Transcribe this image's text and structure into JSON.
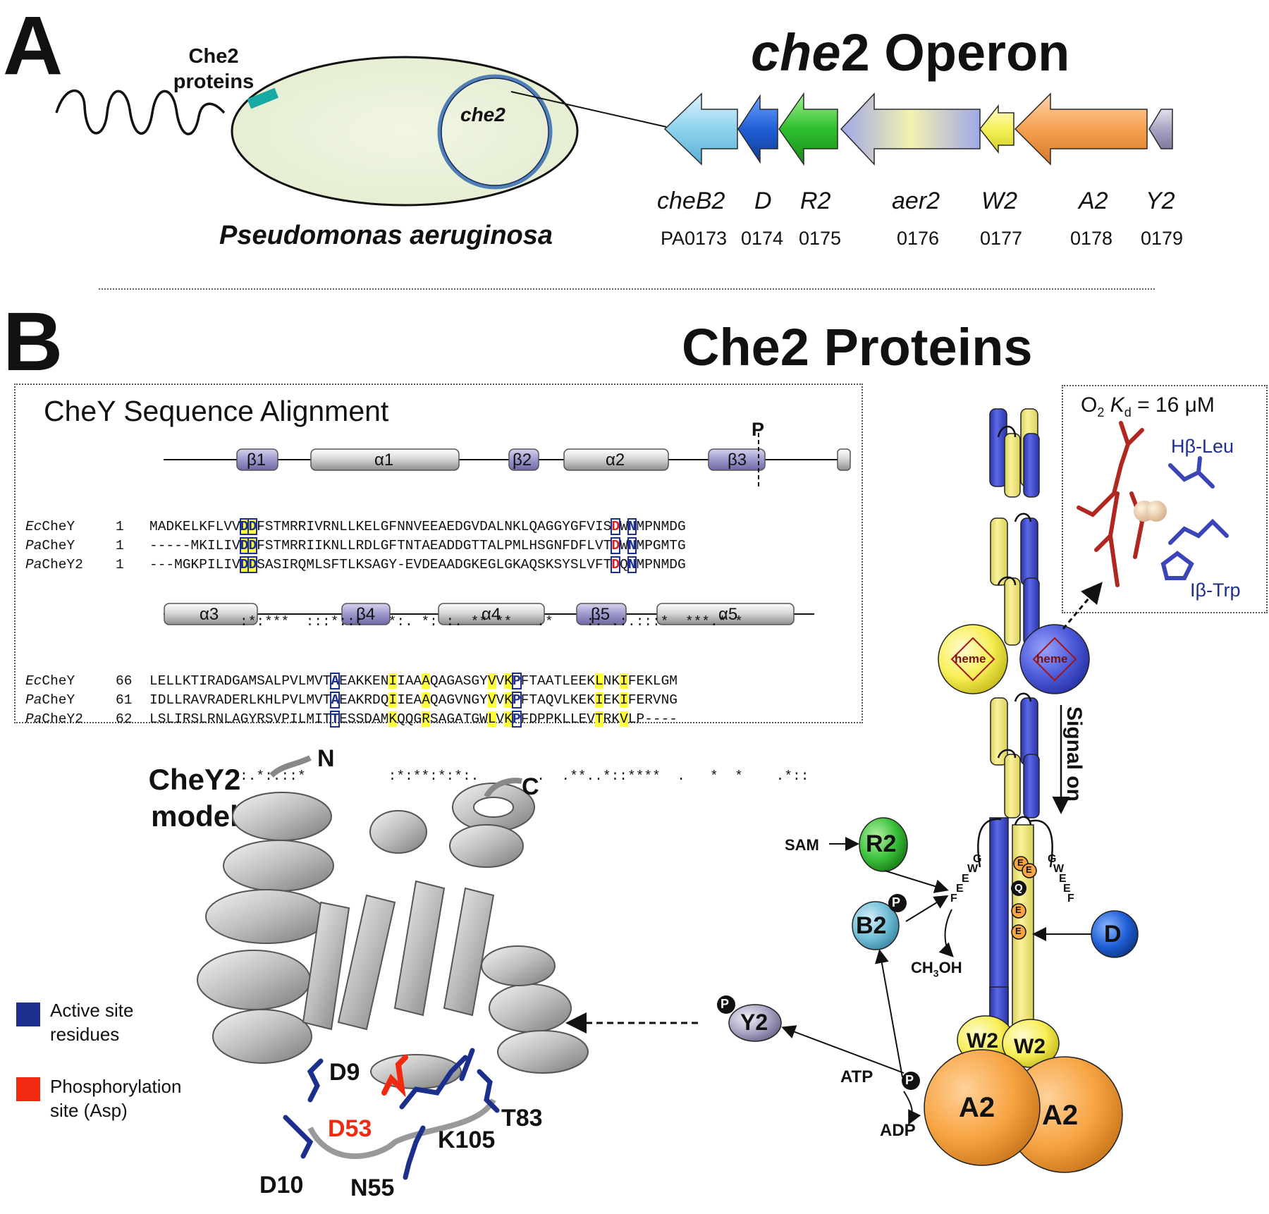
{
  "panelA": {
    "letter": "A",
    "che2_proteins_line1": "Che2",
    "che2_proteins_line2": "proteins",
    "che2_circle_label": "che2",
    "organism": "Pseudomonas aeruginosa",
    "operon_title_italic": "che",
    "operon_title_rest": "2 Operon",
    "genes": [
      {
        "name": "cheB2",
        "locus": "PA0173",
        "color": "#8fd3ee"
      },
      {
        "name": "D",
        "locus": "0174",
        "color": "#1f5fd6"
      },
      {
        "name": "R2",
        "locus": "0175",
        "color": "#2fbf2f"
      },
      {
        "name": "aer2",
        "locus": "0176",
        "color": "#f1f0a8"
      },
      {
        "name": "W2",
        "locus": "0177",
        "color": "#f5f25a"
      },
      {
        "name": "A2",
        "locus": "0178",
        "color": "#f5a050"
      },
      {
        "name": "Y2",
        "locus": "0179",
        "color": "#a9a5c3"
      }
    ]
  },
  "panelB": {
    "letter": "B",
    "title": "Che2 Proteins",
    "alignment": {
      "title": "CheY Sequence Alignment",
      "p_marker": "P",
      "row1_elements": [
        "β1",
        "α1",
        "β2",
        "α2",
        "β3"
      ],
      "row2_elements": [
        "α3",
        "β4",
        "α4",
        "β5",
        "α5"
      ],
      "block1": [
        {
          "organism_prefix": "Ec",
          "name_suffix": "CheY",
          "start": "1",
          "seq": "MADKELKFLVVDDFSTMRRIVRNLLKELGFNNVEEAEDGVDALNKLQAGGYGFVISDWNMPNMDG"
        },
        {
          "organism_prefix": "Pa",
          "name_suffix": "CheY",
          "start": "1",
          "seq": "-----MKILIVDDFSTMRRIIKNLLRDLGFTNTAEADDGTTALPMLHSGNFDFLVTDWNMPGMTG"
        },
        {
          "organism_prefix": "Pa",
          "name_suffix": "CheY2",
          "start": "1",
          "seq": "---MGKPILIVDDSASIRQMLSFTLKSAGY-EVDEAADGKEGLGKAQSKSYSLVFTDQNMPNMDG"
        }
      ],
      "cons1": ":*:***  :::*:::   *:. *: :. ** **   .*    :: .:.:::*  ***.* *",
      "block2": [
        {
          "organism_prefix": "Ec",
          "name_suffix": "CheY",
          "start": "66",
          "seq": "LELLKTIRADGAMSALPVLMVTAEAKKENIIAAAQAGASGYVVKPFTAATLEEKLNKIFEKLGM"
        },
        {
          "organism_prefix": "Pa",
          "name_suffix": "CheY",
          "start": "61",
          "seq": "IDLLRAVRADERLKHLPVLMVTAEAKRDQIIEAAQAGVNGYVVKPFTAQVLKEKIEKIFERVNG"
        },
        {
          "organism_prefix": "Pa",
          "name_suffix": "CheY2",
          "start": "62",
          "seq": "LSLIRSLRNLAGYRSVPILMITTESSDAMKQQGRSAGATGWLVKPFDPPKLLEVTRKVLP----"
        }
      ],
      "cons2": ":.*::::*          :*:**:*:*:.       .  .**..*::****  .   *  *    .*::"
    },
    "model": {
      "title_line1": "CheY2",
      "title_line2": "model",
      "n_term": "N",
      "c_term": "C",
      "residues": [
        "D9",
        "D53",
        "K105",
        "T83",
        "D10",
        "N55"
      ],
      "legend": [
        {
          "line1": "Active site",
          "line2": "residues",
          "color": "#1c2f8c"
        },
        {
          "line1": "Phosphorylation",
          "line2": "site (Asp)",
          "color": "#f02a10"
        }
      ]
    },
    "receptor": {
      "kd_o2": "O",
      "kd_sub": "2",
      "kd_k": "K",
      "kd_d": "d",
      "kd_value": " = 16 μM",
      "leu_label": "Hβ-Leu",
      "trp_label": "Iβ-Trp",
      "heme": "heme",
      "signal": "Signal on",
      "sam": "SAM",
      "r2": "R2",
      "b2": "B2",
      "d": "D",
      "p": "P",
      "y2": "Y2",
      "w2": "W2",
      "a2": "A2",
      "atp": "ATP",
      "adp": "ADP",
      "ch3oh_a": "CH",
      "ch3oh_sub": "3",
      "ch3oh_b": "OH",
      "e": "E",
      "q": "Q",
      "gweef_left": [
        "G",
        "W",
        "E",
        "E",
        "F"
      ],
      "gweef_right": [
        "G",
        "W",
        "E",
        "E",
        "F"
      ]
    }
  },
  "colors": {
    "cyan_patch": "#17a9a3",
    "blue_helix": "#3a49d2",
    "yellow_helix": "#f8ef88",
    "orange": "#f7a443",
    "green": "#2fbf2f",
    "lightblue": "#73bfd8",
    "darkblue": "#1f5fd6",
    "grey_purple": "#a9a5c3"
  }
}
